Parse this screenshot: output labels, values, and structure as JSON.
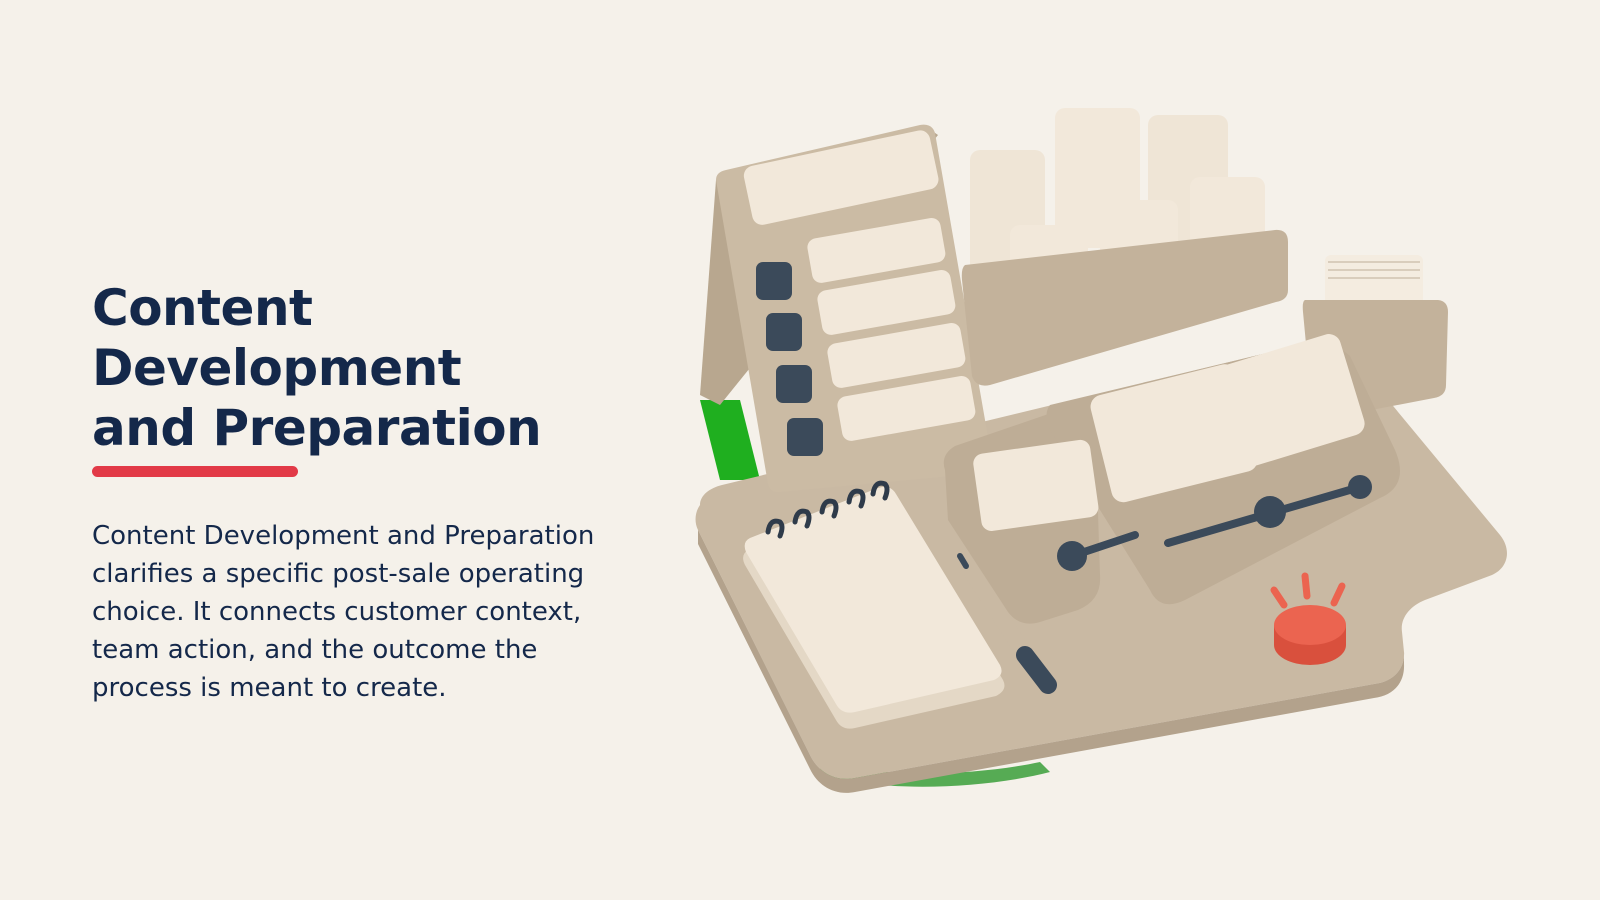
{
  "slide": {
    "title_line_1": "Content Development",
    "title_line_2": "and Preparation",
    "body": "Content Development and Preparation clarifies a specific post-sale operating choice. It connects customer context, team action, and the outcome the process is meant to create."
  },
  "colors": {
    "background": "#F5F1EA",
    "title": "#14284A",
    "accent_underline": "#E23A47",
    "desk_base": "#C9B9A3",
    "card": "#F2E8DA",
    "slate": "#3B4A5A",
    "coral_button": "#EB6450",
    "shadow_green": "#1FAF1F"
  },
  "icons": {
    "illustration": "desk-workflow-illustration",
    "checklist": "checklist-board-icon",
    "notepad": "spiral-notepad-icon",
    "pen": "pen-icon",
    "sliders": "slider-controls-icon",
    "button": "alert-button-icon"
  }
}
